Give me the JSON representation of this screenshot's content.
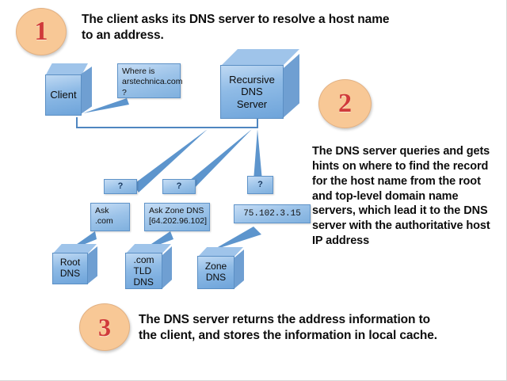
{
  "diagram": {
    "title": "DNS resolution process",
    "colors": {
      "cube_front": "#8fbbe6",
      "cube_top": "#9fc4ea",
      "cube_side": "#6f9fd2",
      "bubble": "#9cc3e9",
      "circle_fill": "#f8c896",
      "circle_number": "#d03a3a",
      "connector": "#4f86c0",
      "background": "#ffffff"
    }
  },
  "steps": [
    {
      "number": "1",
      "text": "The client asks its DNS server to resolve a host name to an address."
    },
    {
      "number": "2",
      "text": "The DNS server queries and gets hints on where to find the record for the host name from the root and top-level domain name servers, which lead it to the DNS server with the authoritative host IP address"
    },
    {
      "number": "3",
      "text": "The DNS server returns the address information to the client, and stores the information in local cache."
    }
  ],
  "nodes": {
    "client": "Client",
    "recursive_dns": "Recursive\nDNS\nServer",
    "root_dns": "Root\nDNS",
    "tld_dns": ".com\nTLD\nDNS",
    "zone_dns": "Zone\nDNS"
  },
  "bubbles": {
    "client_query": "Where is arstechnica.com ?",
    "question_1": "?",
    "question_2": "?",
    "question_3": "?",
    "answer_root": "Ask\n.com",
    "answer_tld": "Ask Zone DNS\n[64.202.96.102]",
    "answer_zone": "75.102.3.15"
  }
}
